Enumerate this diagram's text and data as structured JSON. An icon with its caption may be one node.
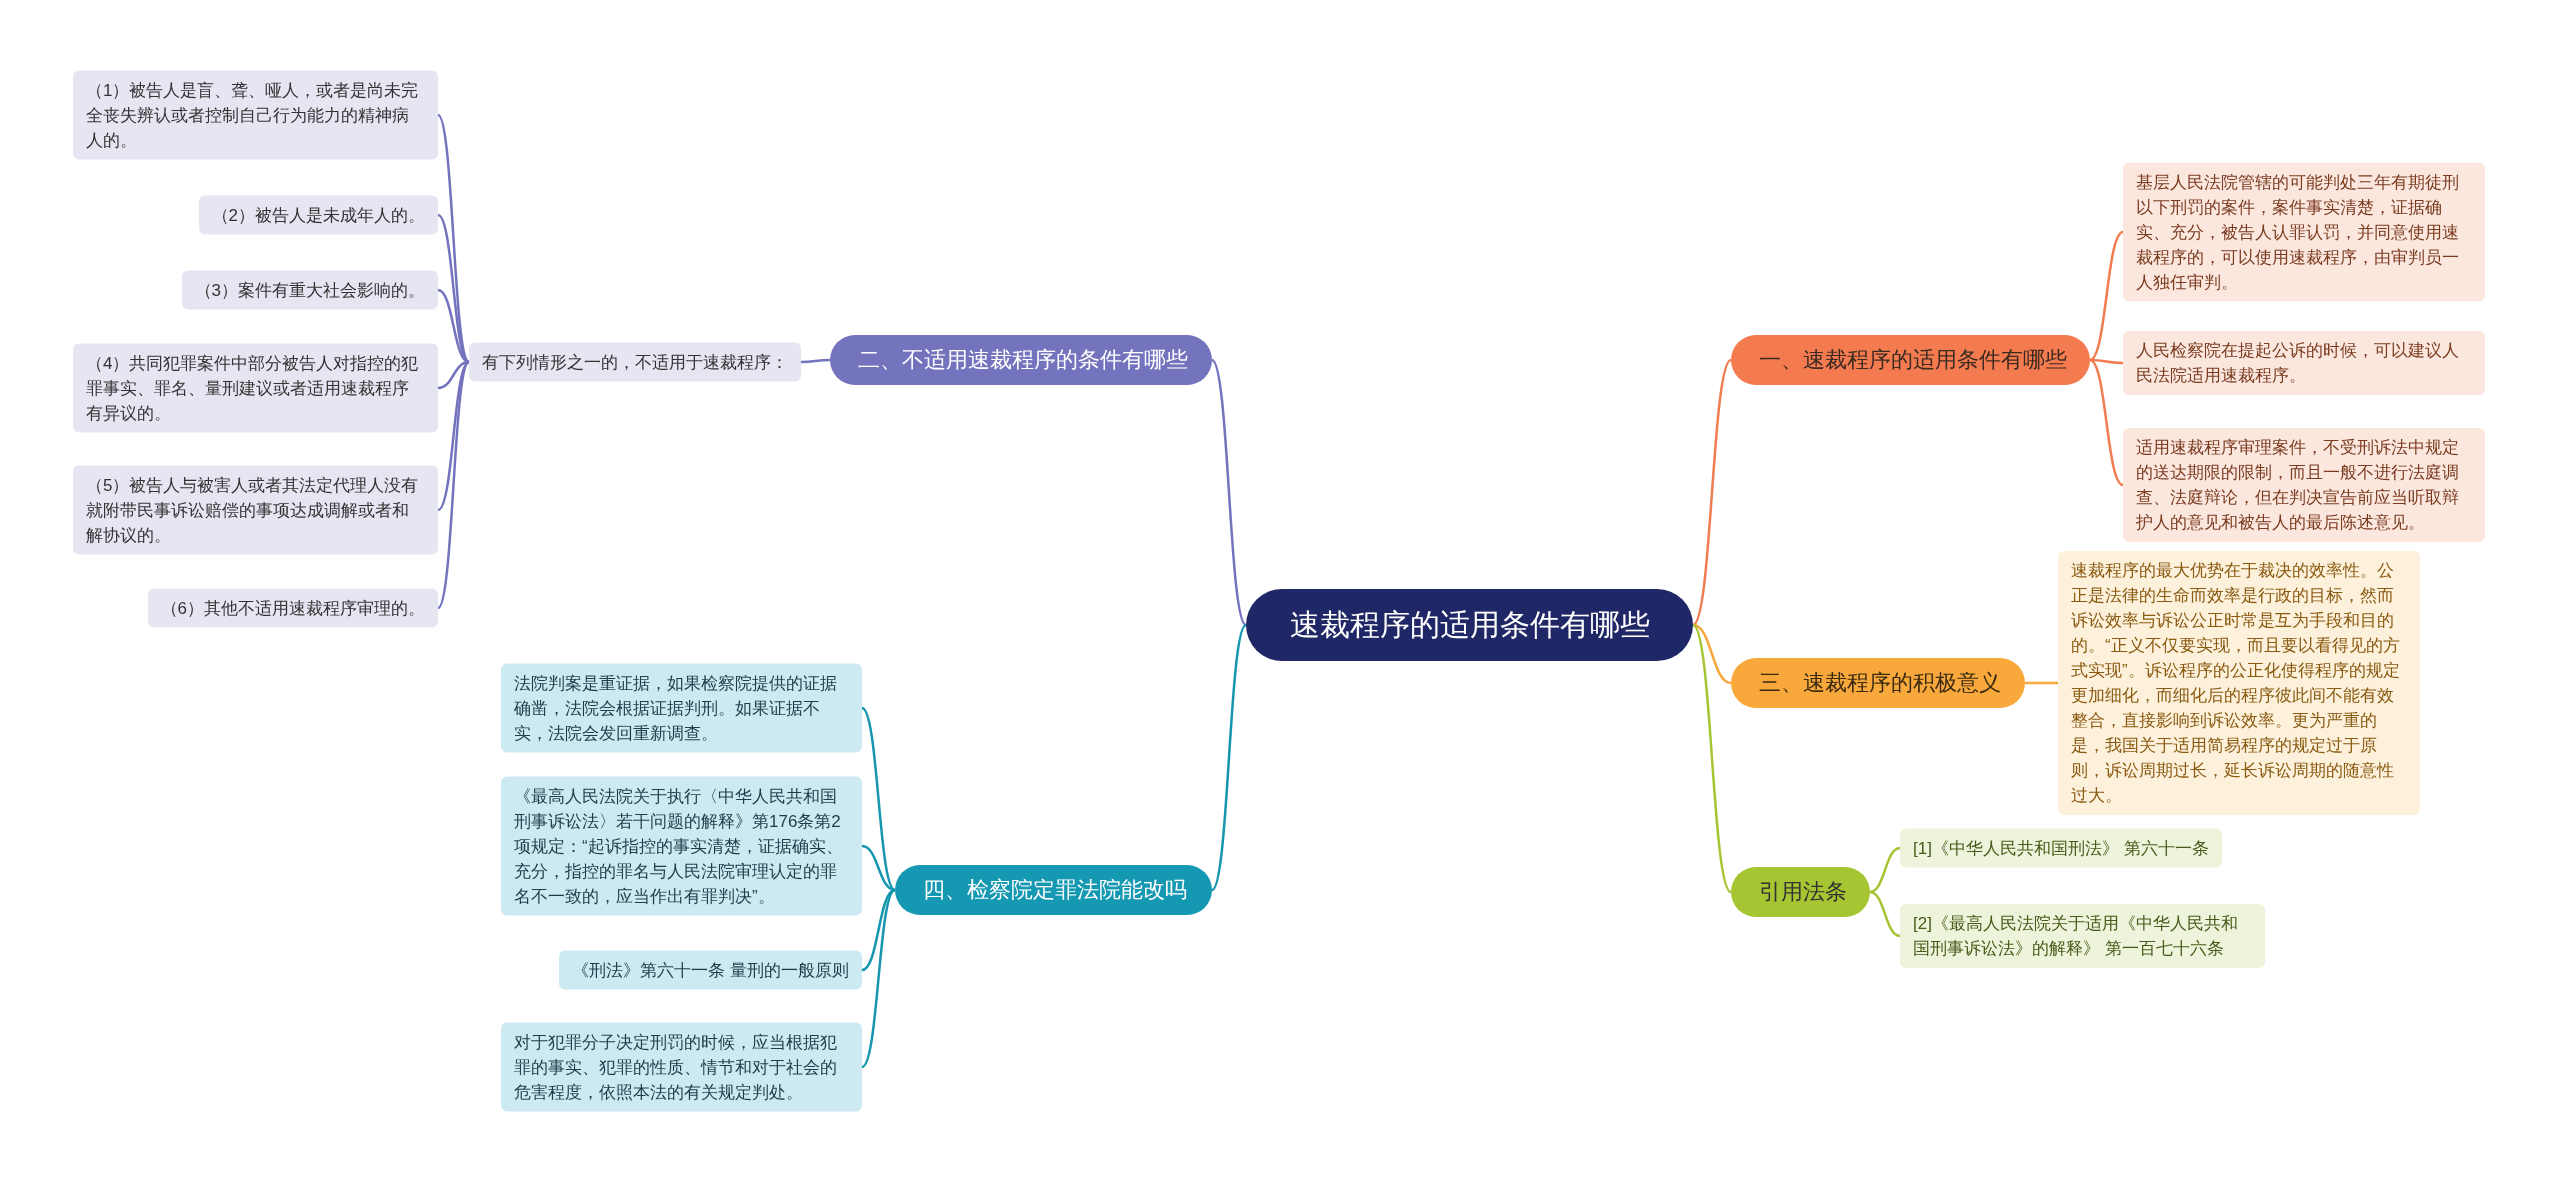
{
  "diagram": {
    "nodes": [
      {
        "text": [
          "速裁程序的适用条件有哪些"
        ]
      },
      {
        "text": [
          "一、速裁程序的适用条件有哪些"
        ]
      },
      {
        "text": [
          "基层人民法院管辖的可能判处三年有期徒刑以下刑罚的案件，案件事实清楚，证据确实、充分，被告人认罪认罚，并同意使用速裁程序的，可以使用速裁程序，由审判员一人独任审判。"
        ]
      },
      {
        "text": [
          "人民检察院在提起公诉的时候，可以建议人民法院适用速裁程序。"
        ]
      },
      {
        "text": [
          "适用速裁程序审理案件，不受刑诉法中规定的送达期限的限制，而且一般不进行法庭调查、法庭辩论，但在判决宣告前应当听取辩护人的意见和被告人的最后陈述意见。"
        ]
      },
      {
        "text": [
          "二、不适用速裁程序的条件有哪些"
        ]
      },
      {
        "text": [
          "有下列情形之一的，不适用于速裁程序："
        ]
      },
      {
        "text": [
          "（1）被告人是盲、聋、哑人，或者是尚未完全丧失辨认或者控制自己行为能力的精神病人的。"
        ]
      },
      {
        "text": [
          "（2）被告人是未成年人的。"
        ]
      },
      {
        "text": [
          "（3）案件有重大社会影响的。"
        ]
      },
      {
        "text": [
          "（4）共同犯罪案件中部分被告人对指控的犯罪事实、罪名、量刑建议或者适用速裁程序有异议的。"
        ]
      },
      {
        "text": [
          "（5）被告人与被害人或者其法定代理人没有就附带民事诉讼赔偿的事项达成调解或者和解协议的。"
        ]
      },
      {
        "text": [
          "（6）其他不适用速裁程序审理的。"
        ]
      },
      {
        "text": [
          "三、速裁程序的积极意义"
        ]
      },
      {
        "text": [
          "速裁程序的最大优势在于裁决的效率性。公正是法律的生命而效率是行政的目标，然而诉讼效率与诉讼公正时常是互为手段和目的的。“正义不仅要实现，而且要以看得见的方式实现”。诉讼程序的公正化使得程序的规定更加细化，而细化后的程序彼此间不能有效整合，直接影响到诉讼效率。更为严重的是，我国关于适用简易程序的规定过于原则，诉讼周期过长，延长诉讼周期的随意性过大。"
        ]
      },
      {
        "text": [
          "四、检察院定罪法院能改吗"
        ]
      },
      {
        "text": [
          "法院判案是重证据，如果检察院提供的证据确凿，法院会根据证据判刑。如果证据不实，法院会发回重新调查。"
        ]
      },
      {
        "text": [
          "《最高人民法院关于执行〈中华人民共和国刑事诉讼法〉若干问题的解释》第176条第2项规定：“起诉指控的事实清楚，证据确实、充分，指控的罪名与人民法院审理认定的罪名不一致的，应当作出有罪判决”。"
        ]
      },
      {
        "text": [
          "《刑法》第六十一条 量刑的一般原则"
        ]
      },
      {
        "text": [
          "对于犯罪分子决定刑罚的时候，应当根据犯罪的事实、犯罪的性质、情节和对于社会的危害程度，依照本法的有关规定判处。"
        ]
      },
      {
        "text": [
          "引用法条"
        ]
      },
      {
        "text": [
          "[1]《中华人民共和国刑法》 第六十一条"
        ]
      },
      {
        "text": [
          "[2]《最高人民法院关于适用《中华人民共和国刑事诉讼法》的解释》 第一百七十六条"
        ]
      }
    ],
    "edges": [
      {
        "from": 0,
        "to": 1,
        "arrow": "none",
        "color": "#f07c52"
      },
      {
        "from": 1,
        "to": 2,
        "arrow": "none",
        "color": "#f07c52"
      },
      {
        "from": 1,
        "to": 3,
        "arrow": "none",
        "color": "#f07c52"
      },
      {
        "from": 1,
        "to": 4,
        "arrow": "none",
        "color": "#f07c52"
      },
      {
        "from": 0,
        "to": 5,
        "arrow": "none"
      },
      {
        "from": 5,
        "to": 6,
        "arrow": "none"
      },
      {
        "from": 6,
        "to": 7,
        "arrow": "none"
      },
      {
        "from": 6,
        "to": 8,
        "arrow": "none"
      },
      {
        "from": 6,
        "to": 9,
        "arrow": "none"
      },
      {
        "from": 6,
        "to": 10,
        "arrow": "none"
      },
      {
        "from": 6,
        "to": 11,
        "arrow": "none"
      },
      {
        "from": 6,
        "to": 12,
        "arrow": "none"
      },
      {
        "from": 0,
        "to": 13,
        "arrow": "none",
        "color": "#f6a83c"
      },
      {
        "from": 13,
        "to": 14,
        "arrow": "none",
        "color": "#f6a83c"
      },
      {
        "from": 0,
        "to": 15,
        "arrow": "none",
        "color": "#1596ae"
      },
      {
        "from": 15,
        "to": 16,
        "arrow": "none",
        "color": "#1596ae"
      },
      {
        "from": 15,
        "to": 17,
        "arrow": "none",
        "color": "#1596ae"
      },
      {
        "from": 15,
        "to": 18,
        "arrow": "none",
        "color": "#1596ae"
      },
      {
        "from": 15,
        "to": 19,
        "arrow": "none",
        "color": "#1596ae"
      },
      {
        "from": 0,
        "to": 20,
        "arrow": "none",
        "color": "#a6c532"
      },
      {
        "from": 20,
        "to": 21,
        "arrow": "none",
        "color": "#a6c532"
      },
      {
        "from": 20,
        "to": 22,
        "arrow": "none",
        "color": "#a6c532"
      }
    ]
  }
}
